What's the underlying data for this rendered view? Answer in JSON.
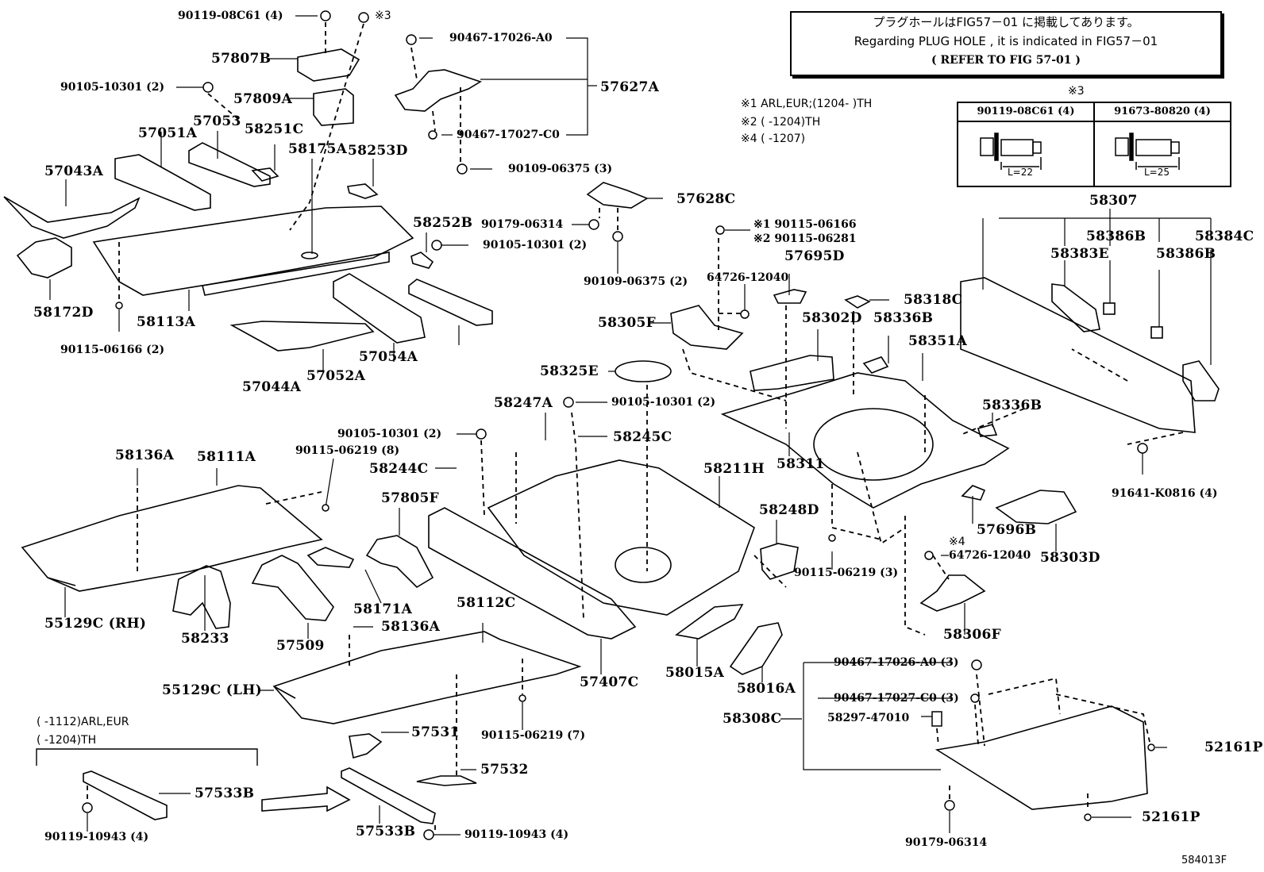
{
  "notice": {
    "japanese": "プラグホールはFIG57－01 に掲載してあります。",
    "english": "Regarding PLUG HOLE , it is indicated in FIG57－01",
    "reference": "( REFER TO FIG 57-01 )"
  },
  "footnotes": {
    "n1": "※1 ARL,EUR;(1204-        )TH",
    "n2": "※2 (      -1204)TH",
    "n4": "※4 (      -1207)"
  },
  "bolt_table": {
    "mark": "※3",
    "columns": [
      {
        "part": "90119-08C61 (4)",
        "length": "L=22"
      },
      {
        "part": "91673-80820 (4)",
        "length": "L=25"
      }
    ]
  },
  "variant_note": {
    "line1": "(      -1112)ARL,EUR",
    "line2": "(      -1204)TH"
  },
  "figure_id": "584013F",
  "labels": {
    "p90119_08C61": "90119-08C61 (4)",
    "mark3": "※3",
    "p57807B": "57807B",
    "p90105_10301_a": "90105-10301 (2)",
    "p57809A": "57809A",
    "p57053": "57053",
    "p57051A": "57051A",
    "p58251C": "58251C",
    "p58175A": "58175A",
    "p58253D": "58253D",
    "p57043A": "57043A",
    "p58172D": "58172D",
    "p58113A": "58113A",
    "p90115_06166_2": "90115-06166 (2)",
    "p57044A": "57044A",
    "p57052A": "57052A",
    "p57054A": "57054A",
    "p58252B": "58252B",
    "p90105_10301_b": "90105-10301 (2)",
    "p90467_17026_A0": "90467-17026-A0",
    "p57627A": "57627A",
    "p90467_17027_C0": "90467-17027-C0",
    "p90109_06375_3": "90109-06375 (3)",
    "p57628C": "57628C",
    "p90179_06314_a": "90179-06314",
    "p90109_06375_2": "90109-06375 (2)",
    "p90115_06166_n1": "※1 90115-06166",
    "p90115_06281_n2": "※2 90115-06281",
    "p57695D": "57695D",
    "p64726_12040_a": "64726-12040",
    "p58305F": "58305F",
    "p58302D": "58302D",
    "p58336B_a": "58336B",
    "p58318C": "58318C",
    "p58351A": "58351A",
    "p58325E": "58325E",
    "p58307": "58307",
    "p58386B_a": "58386B",
    "p58384C": "58384C",
    "p58383E": "58383E",
    "p58386B_b": "58386B",
    "p58336B_b": "58336B",
    "p58311": "58311",
    "p91641_K0816": "91641-K0816 (4)",
    "p58247A": "58247A",
    "p90105_10301_c": "90105-10301 (2)",
    "p90105_10301_d": "90105-10301 (2)",
    "p58245C": "58245C",
    "p90115_06219_8": "90115-06219 (8)",
    "p58244C": "58244C",
    "p58211H": "58211H",
    "p58136A_a": "58136A",
    "p58111A": "58111A",
    "p57805F": "57805F",
    "p58248D": "58248D",
    "p90115_06219_3": "90115-06219 (3)",
    "p57696B": "57696B",
    "p58303D": "58303D",
    "p64726_12040_n4": "64726-12040",
    "mark4": "※4",
    "p58306F": "58306F",
    "p55129C_RH": "55129C (RH)",
    "p58233": "58233",
    "p57509": "57509",
    "p58171A": "58171A",
    "p58136A_b": "58136A",
    "p58112C": "58112C",
    "p57407C": "57407C",
    "p58015A": "58015A",
    "p58016A": "58016A",
    "p55129C_LH": "55129C (LH)",
    "p90115_06219_7": "90115-06219 (7)",
    "p57531": "57531",
    "p57532": "57532",
    "p57533B_a": "57533B",
    "p57533B_b": "57533B",
    "p90119_10943_a": "90119-10943 (4)",
    "p90119_10943_b": "90119-10943 (4)",
    "p90467_17026_A0_3": "90467-17026-A0 (3)",
    "p90467_17027_C0_3": "90467-17027-C0 (3)",
    "p58308C": "58308C",
    "p58297_47010": "58297-47010",
    "p52161P_a": "52161P",
    "p52161P_b": "52161P",
    "p90179_06314_b": "90179-06314"
  }
}
